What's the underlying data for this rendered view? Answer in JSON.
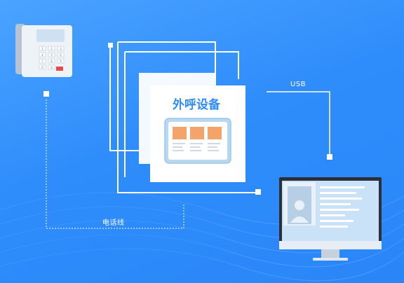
{
  "diagram": {
    "title": "外呼设备",
    "usb_label": "USB",
    "phone_line_label": "电话线",
    "phone_keys": [
      "1",
      "2",
      "3",
      "4",
      "5",
      "6",
      "7",
      "8",
      "9",
      "0",
      "✆"
    ],
    "accent_color": "#2f8dfb",
    "card_color": "#f4a36a"
  }
}
